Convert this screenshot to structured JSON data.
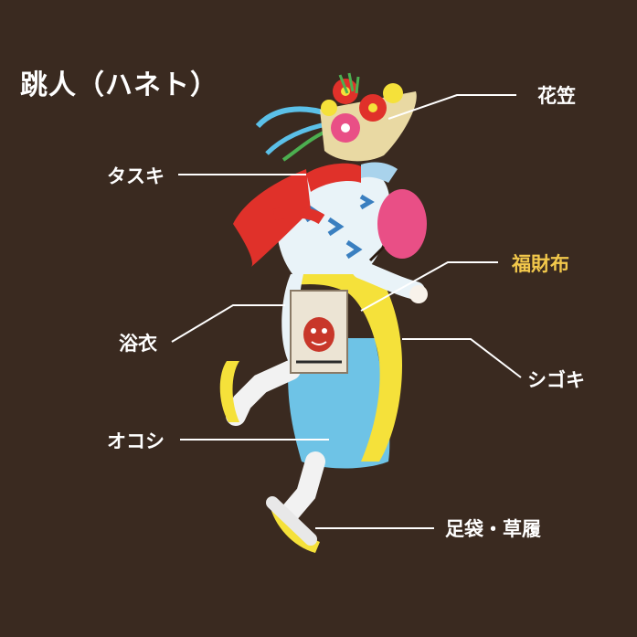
{
  "title": "跳人（ハネト）",
  "colors": {
    "background": "#3a2a20",
    "label": "#ffffff",
    "accent_label": "#f2c84b",
    "yukata_blue": "#6ec3e6",
    "tasuki_red": "#e0312a",
    "shigoki_yellow": "#f5e13a"
  },
  "labels": {
    "hanagasa": "花笠",
    "tasuki": "タスキ",
    "fukuzaifu": "福財布",
    "yukata": "浴衣",
    "shigoki": "シゴキ",
    "okoshi": "オコシ",
    "tabi_zori": "足袋・草履"
  },
  "figure": {
    "icons": [
      "flower-hat-icon",
      "fan-icon",
      "oni-face-icon"
    ]
  }
}
